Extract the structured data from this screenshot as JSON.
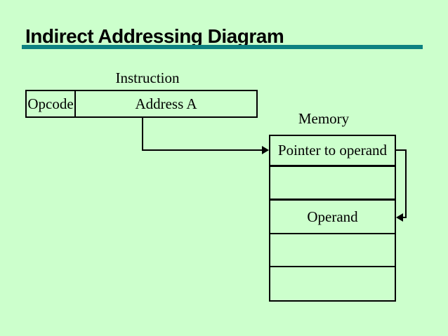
{
  "slide": {
    "title": "Indirect Addressing Diagram",
    "colors": {
      "background": "#ccffcc",
      "accent": "#0d8181",
      "line": "#000000",
      "text": "#000000"
    }
  },
  "diagram": {
    "instruction_label": "Instruction",
    "instruction": {
      "opcode": "Opcode",
      "address": "Address A"
    },
    "memory_label": "Memory",
    "memory_rows": [
      "Pointer to operand",
      "",
      "Operand",
      "",
      ""
    ]
  }
}
